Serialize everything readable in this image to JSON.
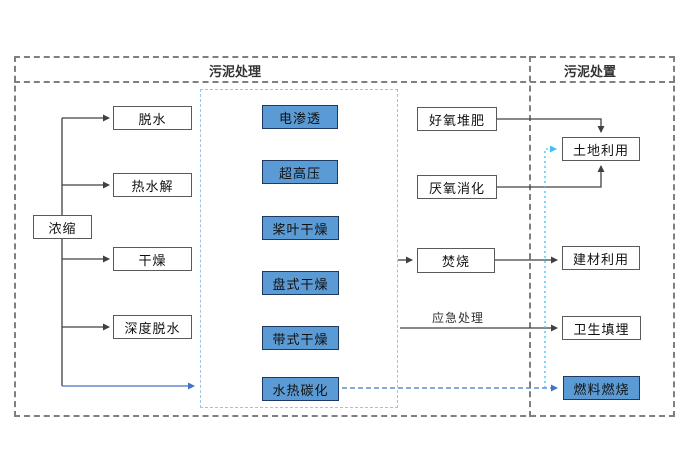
{
  "headers": {
    "treatment": "污泥处理",
    "disposal": "污泥处置"
  },
  "nodes": {
    "concentration": "浓缩",
    "dewatering": "脱水",
    "thermal_hydrolysis": "热水解",
    "drying": "干燥",
    "deep_dewatering": "深度脱水",
    "electro_osmosis": "电渗透",
    "ultra_high_pressure": "超高压",
    "paddle_drying": "桨叶干燥",
    "disc_drying": "盘式干燥",
    "belt_drying": "带式干燥",
    "hydrothermal_carbonization": "水热碳化",
    "aerobic_composting": "好氧堆肥",
    "anaerobic_digestion": "厌氧消化",
    "incineration": "焚烧",
    "land_use": "土地利用",
    "building_material_use": "建材利用",
    "sanitary_landfill": "卫生填埋",
    "fuel_combustion": "燃料燃烧"
  },
  "edge_labels": {
    "emergency": "应急处理"
  },
  "colors": {
    "blue_box_fill": "#5b9bd5",
    "blue_box_border": "#1f3864",
    "white_box_border": "#595959",
    "outer_dash": "#7f7f7f",
    "inner_dash": "#9dc3e6",
    "arrow_black": "#404040",
    "arrow_blue": "#4472c4",
    "arrow_cyan": "#3ec1f0"
  }
}
